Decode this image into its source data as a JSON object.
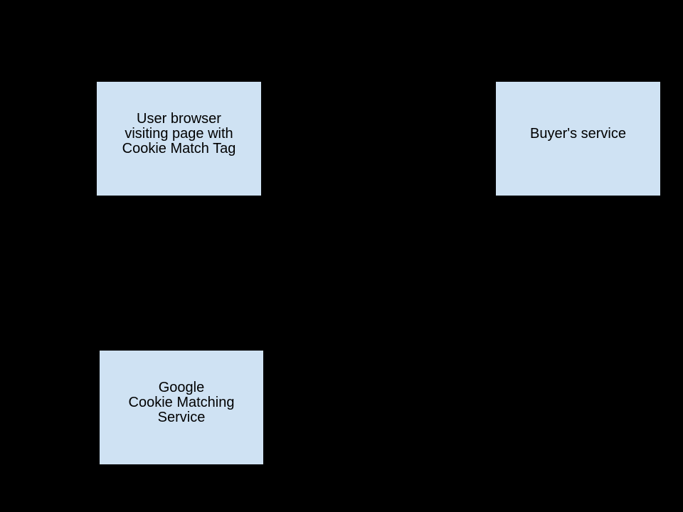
{
  "diagram": {
    "type": "flowchart",
    "background_color": "#000000",
    "node_fill_color": "#cfe2f3",
    "node_border_color": "#000000",
    "node_text_color": "#000000",
    "nodes": [
      {
        "id": "user-browser",
        "label": "User browser\nvisiting page with\nCookie Match Tag"
      },
      {
        "id": "buyers-service",
        "label": "Buyer's service"
      },
      {
        "id": "google-cookie-matching-service",
        "label": "Google\nCookie Matching\nService"
      }
    ]
  }
}
